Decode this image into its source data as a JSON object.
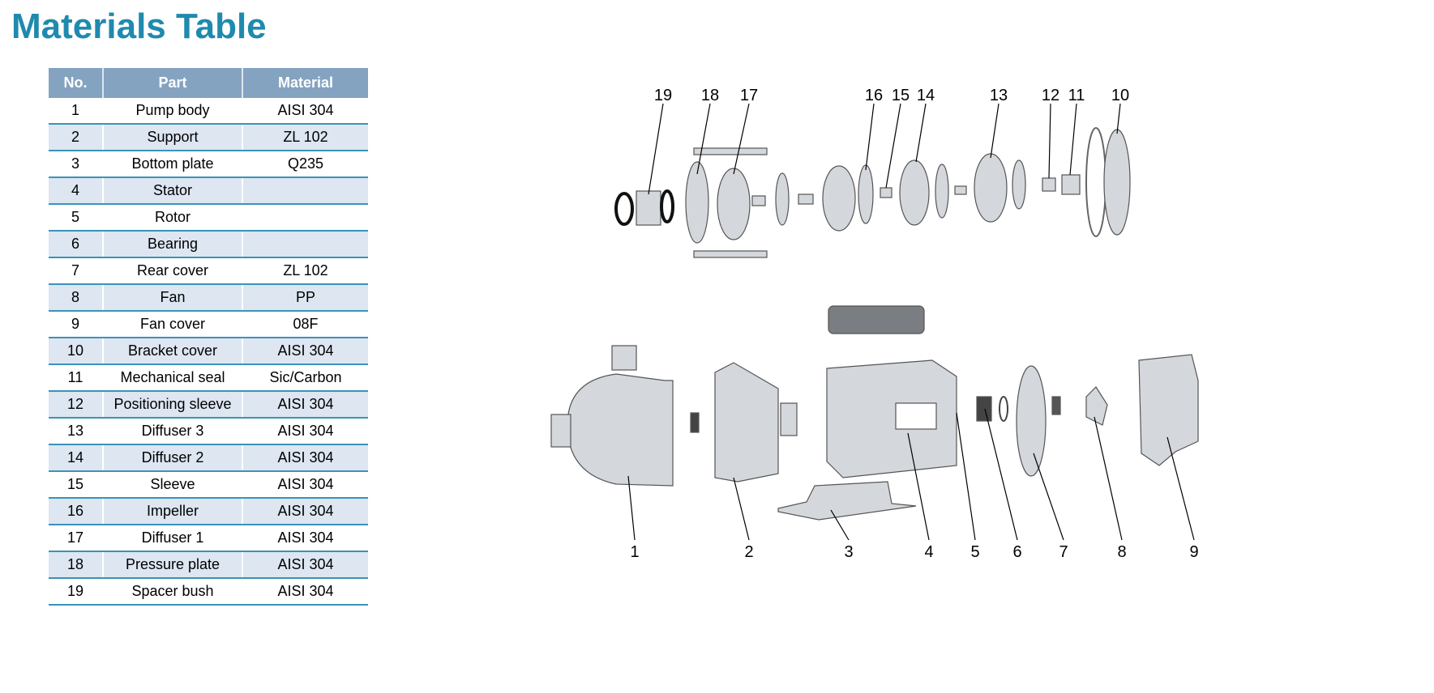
{
  "title": "Materials Table",
  "headers": [
    "No.",
    "Part",
    "Material"
  ],
  "rows": [
    [
      "1",
      "Pump body",
      "AISI 304"
    ],
    [
      "2",
      "Support",
      "ZL 102"
    ],
    [
      "3",
      "Bottom plate",
      "Q235"
    ],
    [
      "4",
      "Stator",
      ""
    ],
    [
      "5",
      "Rotor",
      ""
    ],
    [
      "6",
      "Bearing",
      ""
    ],
    [
      "7",
      "Rear cover",
      "ZL 102"
    ],
    [
      "8",
      "Fan",
      "PP"
    ],
    [
      "9",
      "Fan cover",
      "08F"
    ],
    [
      "10",
      "Bracket cover",
      "AISI 304"
    ],
    [
      "11",
      "Mechanical seal",
      "Sic/Carbon"
    ],
    [
      "12",
      "Positioning sleeve",
      "AISI 304"
    ],
    [
      "13",
      "Diffuser 3",
      "AISI 304"
    ],
    [
      "14",
      "Diffuser 2",
      "AISI 304"
    ],
    [
      "15",
      "Sleeve",
      "AISI 304"
    ],
    [
      "16",
      "Impeller",
      "AISI 304"
    ],
    [
      "17",
      "Diffuser 1",
      "AISI 304"
    ],
    [
      "18",
      "Pressure plate",
      "AISI 304"
    ],
    [
      "19",
      "Spacer bush",
      "AISI 304"
    ]
  ],
  "diagram": {
    "top_labels": [
      "19",
      "18",
      "17",
      "16",
      "15",
      "14",
      "13",
      "12",
      "11",
      "10"
    ],
    "bottom_labels": [
      "1",
      "2",
      "3",
      "4",
      "5",
      "6",
      "7",
      "8",
      "9"
    ]
  }
}
